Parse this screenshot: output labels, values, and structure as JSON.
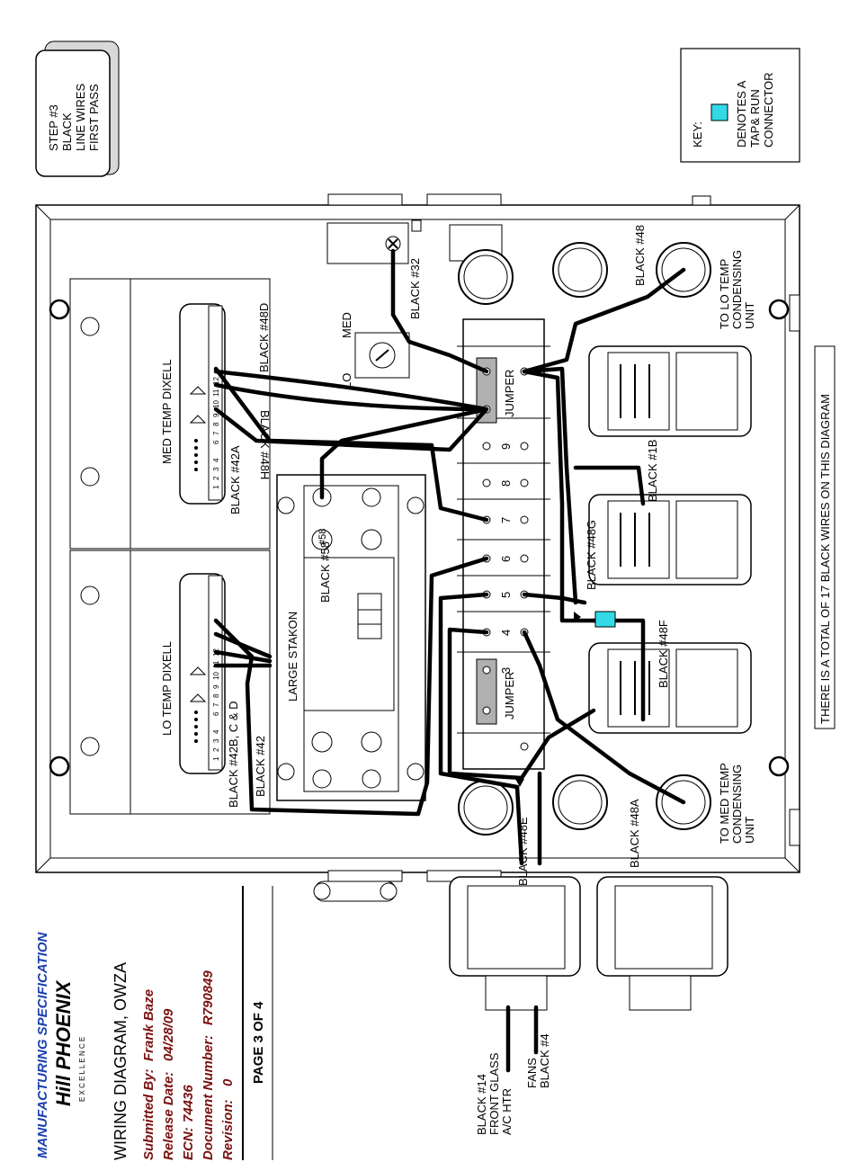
{
  "step_box": {
    "line1": "STEP #3",
    "line2": "BLACK",
    "line3": "LINE WIRES",
    "line4": "FIRST PASS"
  },
  "key_box": {
    "title": "KEY:",
    "line1": "DENOTES A",
    "line2": "TAP& RUN",
    "line3": "CONNECTOR",
    "swatch_color": "#33d9e6"
  },
  "labels": {
    "med_temp_dixell": "MED TEMP DIXELL",
    "lo_temp_dixell": "LO TEMP DIXELL",
    "large_stakon": "LARGE STAKON",
    "med": "MED",
    "lo": "LO",
    "jumper_top": "JUMPER",
    "jumper_bottom": "JUMPER",
    "to_lo_temp_1": "TO LO TEMP",
    "to_lo_temp_2": "CONDENSING",
    "to_lo_temp_3": "UNIT",
    "to_med_temp_1": "TO MED TEMP",
    "to_med_temp_2": "CONDENSING",
    "to_med_temp_3": "UNIT",
    "total_note": "THERE IS A TOTAL OF 17 BLACK WIRES ON THIS DIAGRAM"
  },
  "wires": {
    "black_32": "BLACK #32",
    "black_48d": "BLACK #48D",
    "black_48h": "BLACK #48H",
    "black_42a": "BLACK #42A",
    "black_58": "BLACK #58",
    "black_42bcd": "BLACK #42B, C & D",
    "black_42": "BLACK #42",
    "black_48": "BLACK #48",
    "black_1b": "BLACK #1B",
    "black_48g": "BLACK #48G",
    "black_48f": "BLACK #48F",
    "black_48e": "BLACK #48E",
    "black_48a": "BLACK #48A",
    "black_14_1": "BLACK #14",
    "black_14_2": "FRONT GLASS",
    "black_14_3": "A/C HTR",
    "fans_1": "FANS",
    "fans_2": "BLACK #4"
  },
  "terminal_numbers": [
    "9",
    "8",
    "7",
    "6",
    "5",
    "4",
    "3"
  ],
  "dixell_terminals": [
    "1",
    "2",
    "3",
    "4",
    "6",
    "7",
    "8",
    "9",
    "10",
    "11",
    "12"
  ],
  "title_block": {
    "manufacturing_spec": "MANUFACTURING SPECIFICATION",
    "brand": "Hill PHOENIX",
    "excellence": "E X C E L L E N C E",
    "diagram_title": "WIRING DIAGRAM, OWZA",
    "submitted_label": "Submitted By:",
    "submitted_value": "Frank Baze",
    "release_label": "Release Date:",
    "release_value": "04/28/09",
    "ecn_label": "ECN:",
    "ecn_value": "74436",
    "docnum_label": "Document Number:",
    "docnum_value": "R790849",
    "revision_label": "Revision:",
    "revision_value": "0",
    "page": "PAGE 3 OF 4"
  }
}
